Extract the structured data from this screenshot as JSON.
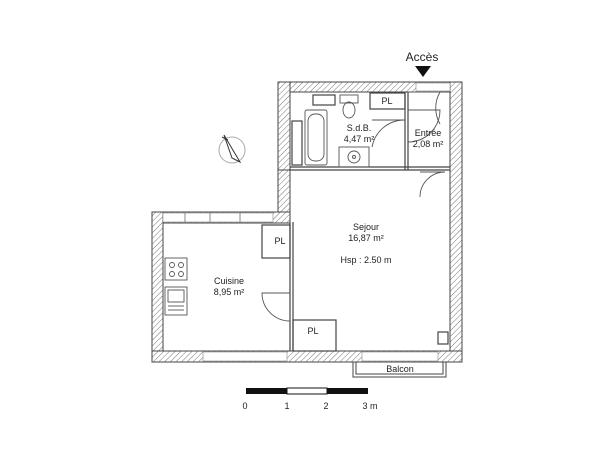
{
  "plan": {
    "access_label": "Accès",
    "rooms": [
      {
        "name": "S.d.B.",
        "area": "4,47 m²"
      },
      {
        "name": "Entrée",
        "area": "2,08 m²"
      },
      {
        "name": "Sejour",
        "area": "16,87 m²",
        "height": "Hsp : 2.50 m"
      },
      {
        "name": "Cuisine",
        "area": "8,95 m²"
      }
    ],
    "closets": [
      "PL",
      "PL",
      "PL"
    ],
    "balcony_label": "Balcon"
  },
  "scale_bar": {
    "ticks": [
      "0",
      "1",
      "2",
      "3 m"
    ]
  },
  "compass": {
    "icon": "north-arrow-icon"
  },
  "colors": {
    "wall": "#555555",
    "line": "#333333",
    "bg": "#ffffff"
  }
}
